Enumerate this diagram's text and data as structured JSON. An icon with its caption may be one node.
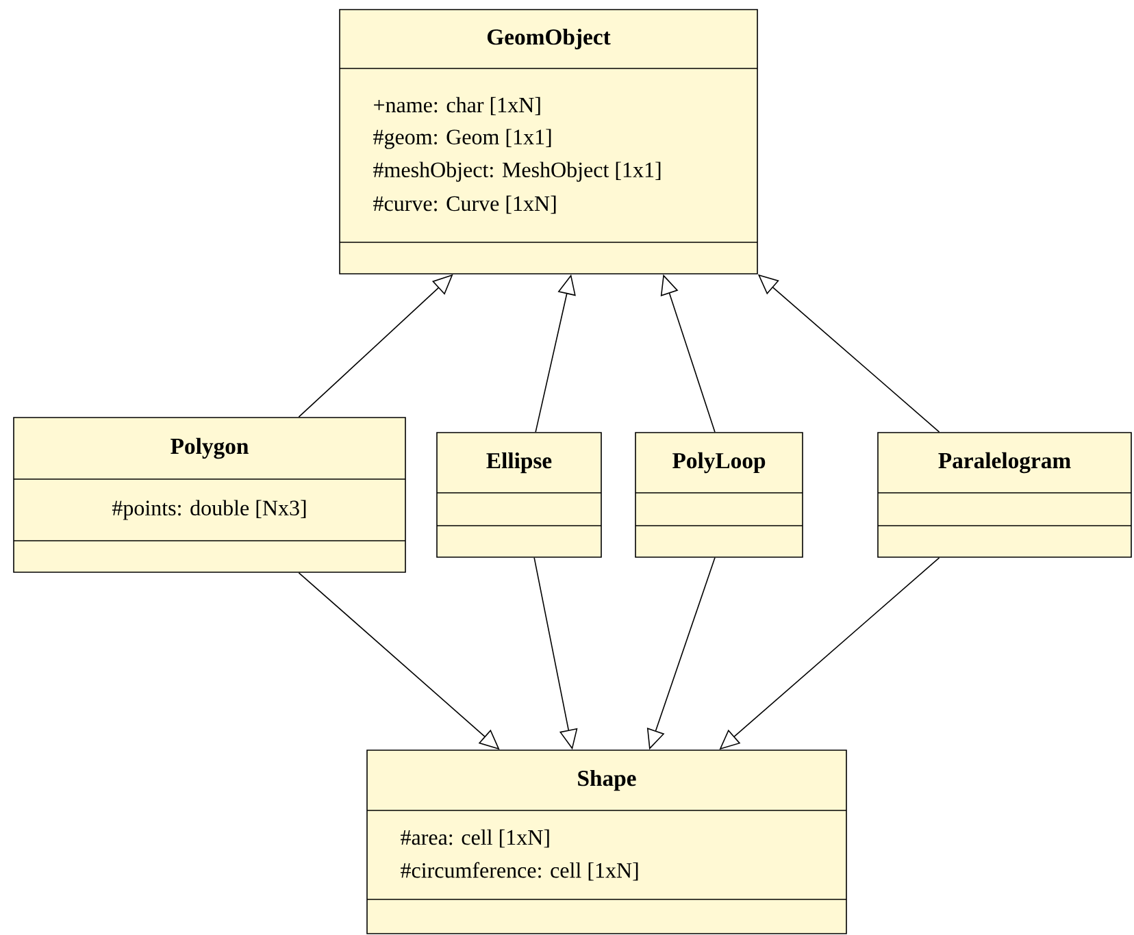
{
  "diagram": {
    "nodes": [
      {
        "text": [
          "GeomObject",
          "+name: char [1xN]",
          "#geom: Geom [1x1]",
          "#meshObject: MeshObject [1x1]",
          "#curve: Curve [1xN]"
        ]
      },
      {
        "text": [
          "Polygon",
          "#points: double [Nx3]"
        ]
      },
      {
        "text": [
          "Ellipse"
        ]
      },
      {
        "text": [
          "PolyLoop"
        ]
      },
      {
        "text": [
          "Paralelogram"
        ]
      },
      {
        "text": [
          "Shape",
          "#area: cell [1xN]",
          "#circumference: cell [1xN]"
        ]
      }
    ],
    "edges": [
      {
        "from": 1,
        "to": 0,
        "arrow": "to"
      },
      {
        "from": 2,
        "to": 0,
        "arrow": "to"
      },
      {
        "from": 3,
        "to": 0,
        "arrow": "to"
      },
      {
        "from": 4,
        "to": 0,
        "arrow": "to"
      },
      {
        "from": 1,
        "to": 5,
        "arrow": "to"
      },
      {
        "from": 2,
        "to": 5,
        "arrow": "to"
      },
      {
        "from": 3,
        "to": 5,
        "arrow": "to"
      },
      {
        "from": 4,
        "to": 5,
        "arrow": "to"
      }
    ]
  }
}
